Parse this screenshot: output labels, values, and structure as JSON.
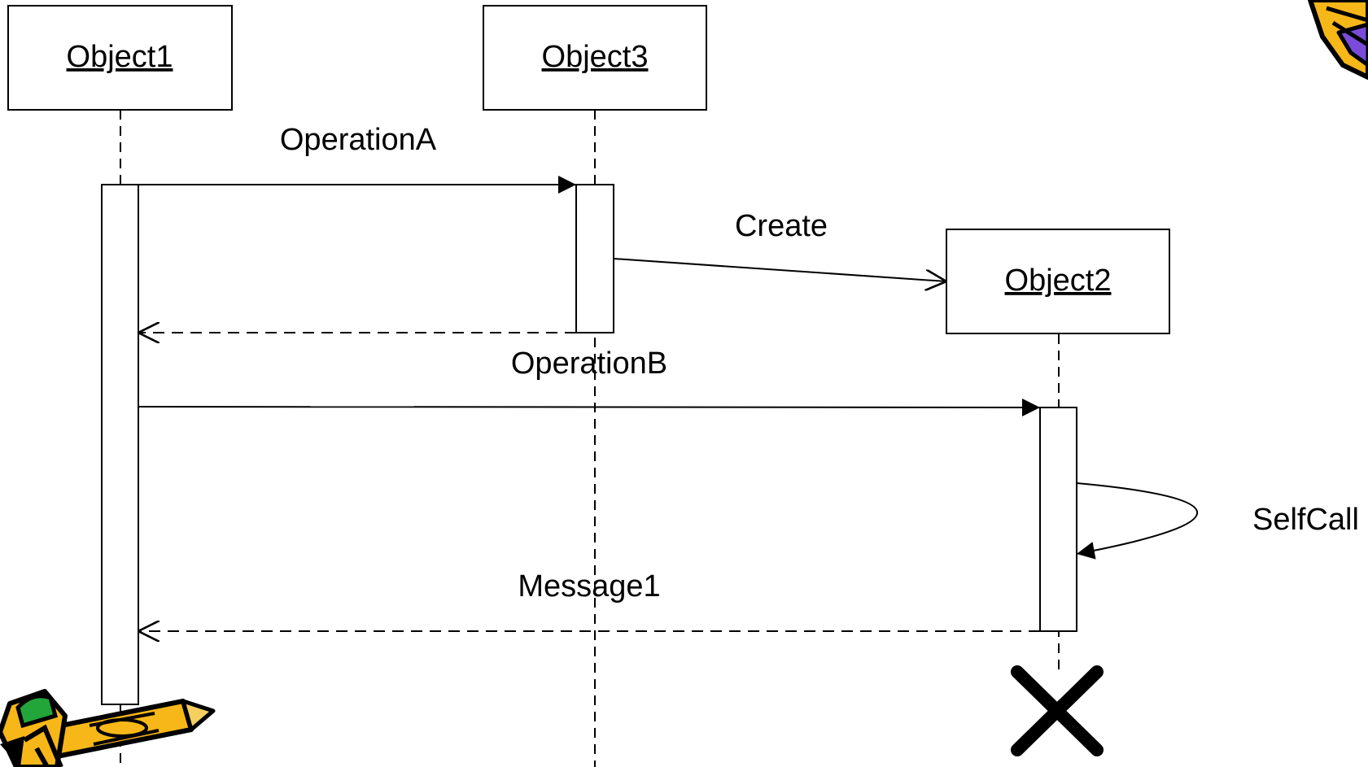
{
  "diagram": {
    "objects": {
      "object1": "Object1",
      "object3": "Object3",
      "object2": "Object2"
    },
    "messages": {
      "operation_a": "OperationA",
      "create": "Create",
      "operation_b": "OperationB",
      "self_call": "SelfCall",
      "message1": "Message1"
    }
  },
  "icons": [
    "pencil-clipart-icon",
    "pencil-clipart-corner-icon",
    "destroy-x-icon"
  ],
  "colors": {
    "line": "#000000",
    "pencil_yellow": "#f7b718",
    "pencil_green": "#22a63a",
    "pencil_purple": "#7a4bd8"
  }
}
